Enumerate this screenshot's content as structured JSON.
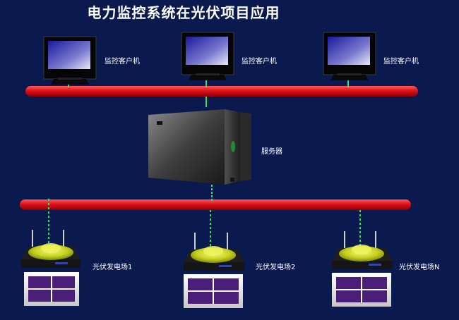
{
  "title": "电力监控系统在光伏项目应用",
  "clients": [
    {
      "label": "监控客户机"
    },
    {
      "label": "监控客户机"
    },
    {
      "label": "监控客户机"
    }
  ],
  "server": {
    "label": "服务器"
  },
  "stations": [
    {
      "label": "光伏发电场1"
    },
    {
      "label": "光伏发电场2"
    },
    {
      "label": "光伏发电场N"
    }
  ],
  "colors": {
    "background": "#0a1a4f",
    "bus": "#e0101a",
    "link": "#3ddc6a",
    "panel": "#4b1e7a"
  }
}
